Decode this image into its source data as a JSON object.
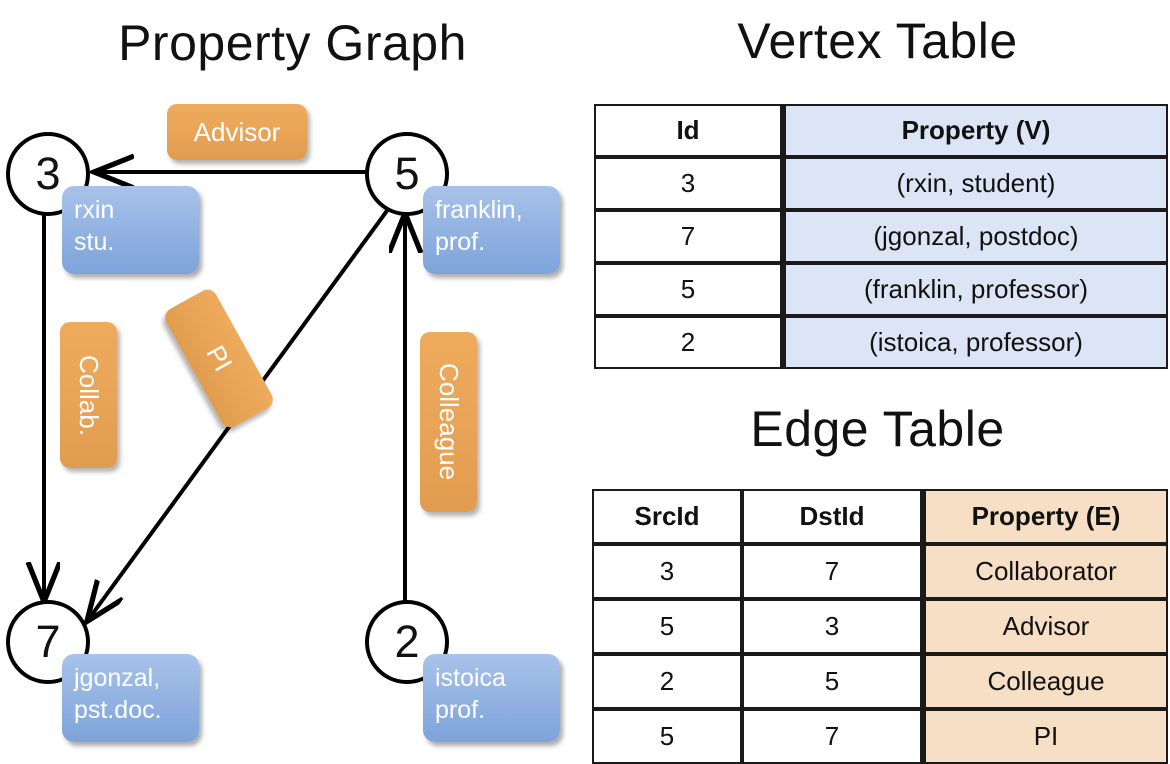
{
  "panels": {
    "graph_title": "Property Graph",
    "vertex_title": "Vertex Table",
    "edge_title": "Edge Table"
  },
  "colors": {
    "vertex_property_fill": "#dbe5f5",
    "edge_property_fill": "#f6dfc5",
    "node_box_fill": "#95b4e2",
    "edge_label_fill": "#e9a458",
    "stroke": "#000000"
  },
  "graph": {
    "nodes": [
      {
        "id": "3",
        "property": "rxin\nstu.",
        "prop_line1": "rxin",
        "prop_line2": "stu."
      },
      {
        "id": "5",
        "property": "franklin,\nprof.",
        "prop_line1": "franklin,",
        "prop_line2": "prof."
      },
      {
        "id": "7",
        "property": "jgonzal,\npst.doc.",
        "prop_line1": "jgonzal,",
        "prop_line2": "pst.doc."
      },
      {
        "id": "2",
        "property": "istoica\nprof.",
        "prop_line1": "istoica",
        "prop_line2": "prof."
      }
    ],
    "edge_labels": [
      {
        "name": "advisor",
        "text": "Advisor",
        "orientation": "horizontal"
      },
      {
        "name": "collab",
        "text": "Collab.",
        "orientation": "vertical"
      },
      {
        "name": "pi",
        "text": "PI",
        "orientation": "rotated"
      },
      {
        "name": "colleague",
        "text": "Colleague",
        "orientation": "vertical"
      }
    ],
    "edges": [
      {
        "src": "5",
        "dst": "3",
        "label": "Advisor"
      },
      {
        "src": "3",
        "dst": "7",
        "label": "Collab."
      },
      {
        "src": "5",
        "dst": "7",
        "label": "PI"
      },
      {
        "src": "2",
        "dst": "5",
        "label": "Colleague"
      }
    ]
  },
  "vertex_table": {
    "headers": [
      "Id",
      "Property (V)"
    ],
    "rows": [
      {
        "id": "3",
        "property": "(rxin, student)"
      },
      {
        "id": "7",
        "property": "(jgonzal, postdoc)"
      },
      {
        "id": "5",
        "property": "(franklin, professor)"
      },
      {
        "id": "2",
        "property": "(istoica, professor)"
      }
    ]
  },
  "edge_table": {
    "headers": [
      "SrcId",
      "DstId",
      "Property (E)"
    ],
    "rows": [
      {
        "src": "3",
        "dst": "7",
        "property": "Collaborator"
      },
      {
        "src": "5",
        "dst": "3",
        "property": "Advisor"
      },
      {
        "src": "2",
        "dst": "5",
        "property": "Colleague"
      },
      {
        "src": "5",
        "dst": "7",
        "property": "PI"
      }
    ]
  }
}
